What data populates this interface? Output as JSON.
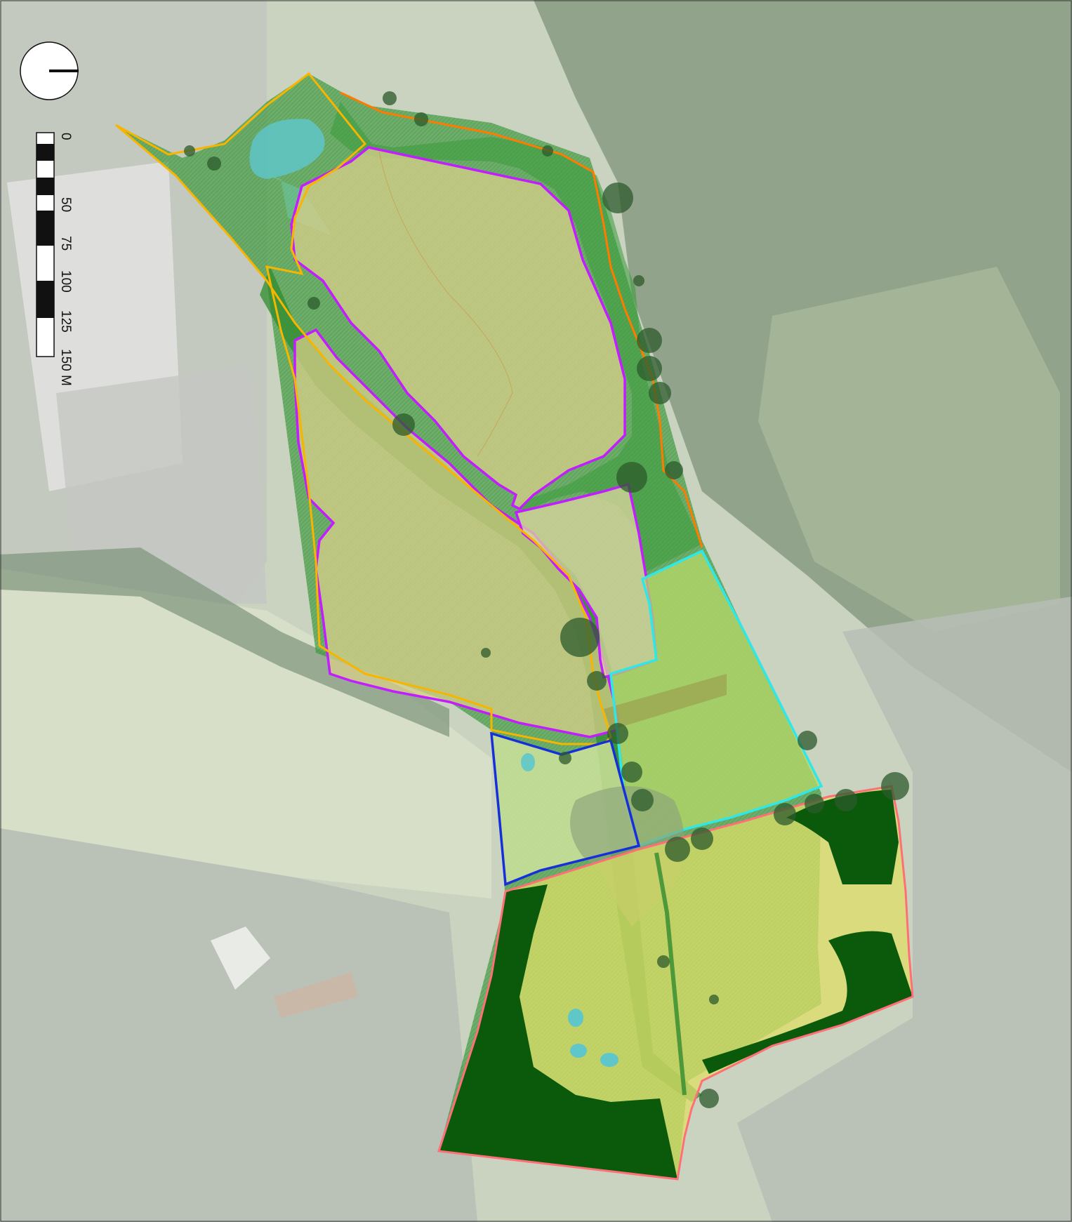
{
  "map": {
    "north_arrow_icon": "north-arrow-icon",
    "scale_bar": {
      "labels": [
        "0",
        "50",
        "75",
        "100",
        "125",
        "150 M"
      ]
    },
    "zones": [
      {
        "name": "orange-boundary",
        "color": "#ff7b00"
      },
      {
        "name": "amber-boundary",
        "color": "#f7b500"
      },
      {
        "name": "magenta-field",
        "color": "#c21cff"
      },
      {
        "name": "cyan-area",
        "color": "#2ee8e8"
      },
      {
        "name": "blue-area",
        "color": "#1630d9"
      },
      {
        "name": "pink-boundary",
        "color": "#ff6f78"
      }
    ],
    "fills": {
      "woodland": "#0b5a0b",
      "buffer": "#3a9a3a",
      "meadow": "#d9cf8a",
      "yellow_meadow": "#dede66",
      "pond": "#5fc6c9",
      "aerial_background": "#c9d3c0",
      "housing": "#b7bdb5",
      "trees_dark": "#7d947a"
    }
  }
}
